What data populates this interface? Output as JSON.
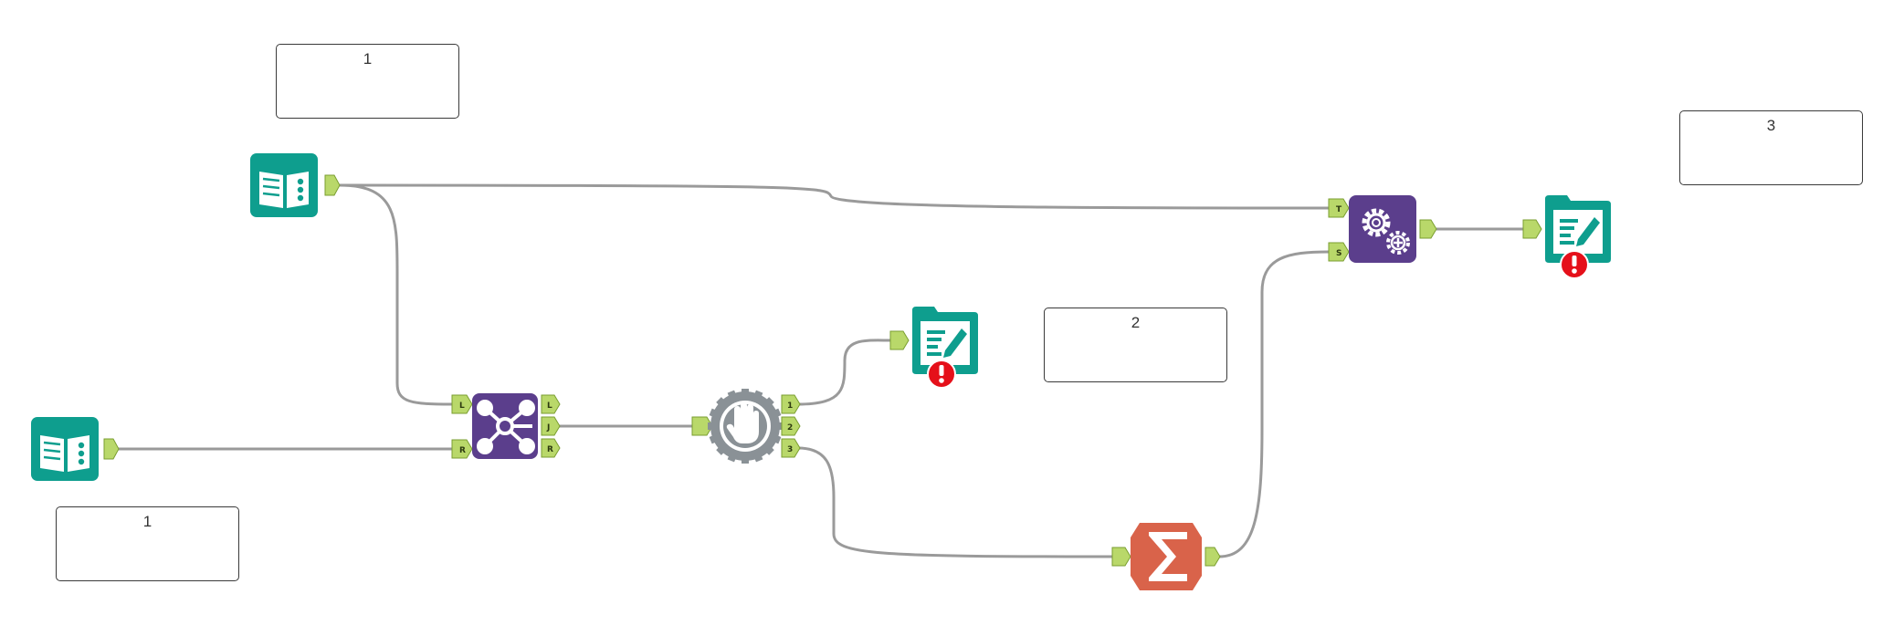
{
  "comments": [
    {
      "text": "1"
    },
    {
      "text": "1"
    },
    {
      "text": "2"
    },
    {
      "text": "3"
    }
  ],
  "tools": {
    "input_top": {
      "icon": "book-icon",
      "color": "#0e9e8e"
    },
    "input_bottom": {
      "icon": "book-icon",
      "color": "#0e9e8e"
    },
    "join": {
      "icon": "join-icon",
      "color": "#5b3e8c",
      "inputs": [
        "L",
        "R"
      ],
      "outputs": [
        "L",
        "J",
        "R"
      ]
    },
    "test_filter": {
      "icon": "hand-gear-icon",
      "color": "#8a9196",
      "outputs": [
        "1",
        "2",
        "3"
      ]
    },
    "browse_mid": {
      "icon": "browse-output-icon",
      "color": "#0e9e8e",
      "status": "error-icon"
    },
    "summarize": {
      "icon": "sigma-icon",
      "color": "#d9634a"
    },
    "macro_merge": {
      "icon": "gear-plus-icon",
      "color": "#5b3e8c",
      "inputs": [
        "T",
        "S"
      ]
    },
    "browse_right": {
      "icon": "browse-output-icon",
      "color": "#0e9e8e",
      "status": "error-icon"
    }
  },
  "colors": {
    "connector": "#9a9a9a",
    "anchor": "#b9d86a",
    "error": "#e5101a"
  }
}
